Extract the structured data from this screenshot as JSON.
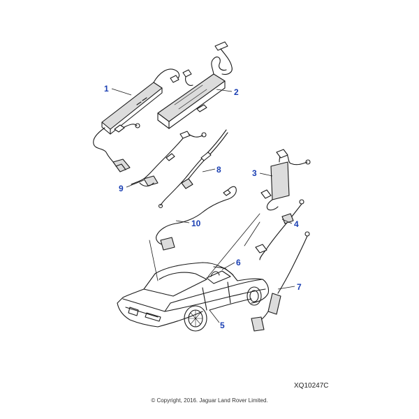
{
  "callouts": {
    "c1": "1",
    "c2": "2",
    "c3": "3",
    "c4": "4",
    "c5": "5",
    "c6": "6",
    "c7": "7",
    "c8": "8",
    "c9": "9",
    "c10": "10"
  },
  "diagram_reference": "XQ10247C",
  "copyright": "© Copyright, 2016. Jaguar Land Rover Limited.",
  "colors": {
    "callout_text": "#1a3fb3",
    "line_art": "#1a1a1a",
    "part_shading": "#dcdcdc",
    "background": "#ffffff"
  }
}
